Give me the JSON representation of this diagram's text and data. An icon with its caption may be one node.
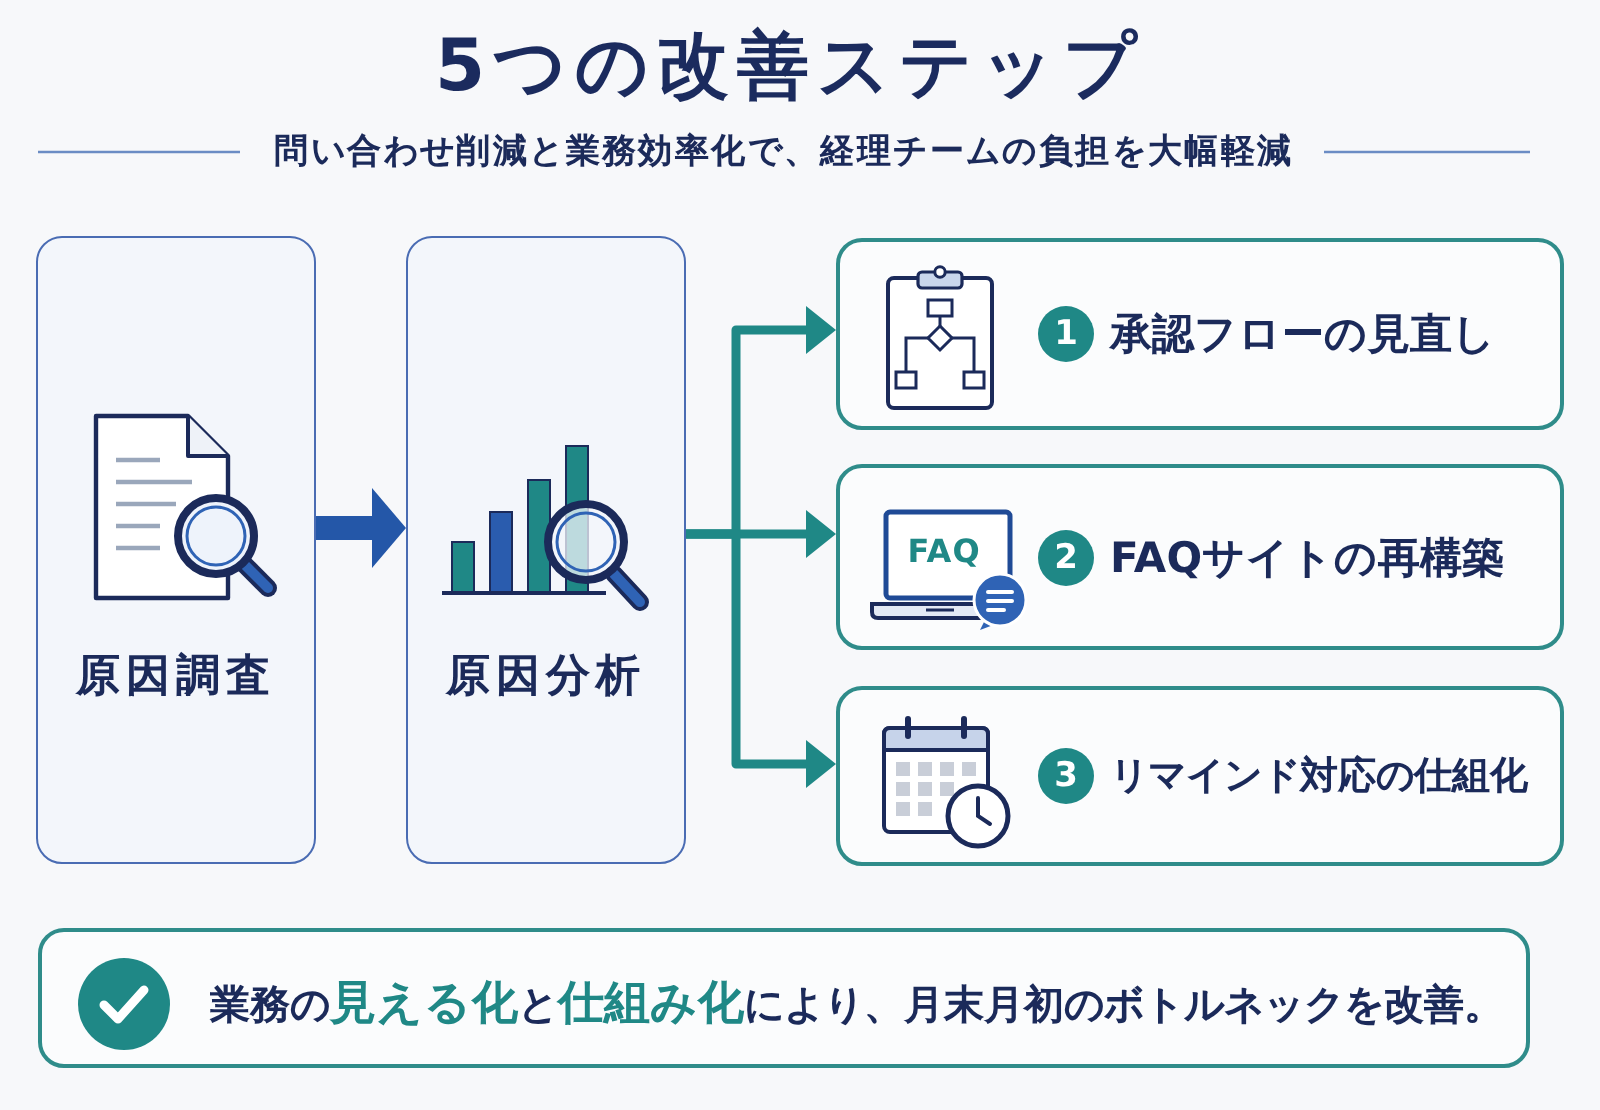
{
  "diagram": {
    "title": "5つの改善ステップ",
    "nodes": [
      {
        "text": [
          "原因調査"
        ]
      },
      {
        "text": [
          "原因分析"
        ]
      },
      {
        "text": [
          "1",
          "承認フローの見直し"
        ]
      },
      {
        "text": [
          "FAQ",
          "2",
          "FAQサイトの再構築"
        ]
      },
      {
        "text": [
          "3",
          "リマインド対応の仕組化"
        ]
      },
      {
        "text": [
          "業務の**見える化**と**仕組み化**により、月末月初のボトルネックを改善。"
        ]
      }
    ],
    "edges": [
      {
        "from": 0,
        "to": 1,
        "arrow": "to",
        "style": "thick",
        "color": "#2457a8"
      },
      {
        "from": 1,
        "to": 2,
        "arrow": "to"
      },
      {
        "from": 1,
        "to": 3,
        "arrow": "to"
      },
      {
        "from": 1,
        "to": 4,
        "arrow": "to"
      }
    ],
    "labels": [
      "問い合わせ削減と業務効率化で、経理チームの負担を大幅軽減"
    ]
  }
}
